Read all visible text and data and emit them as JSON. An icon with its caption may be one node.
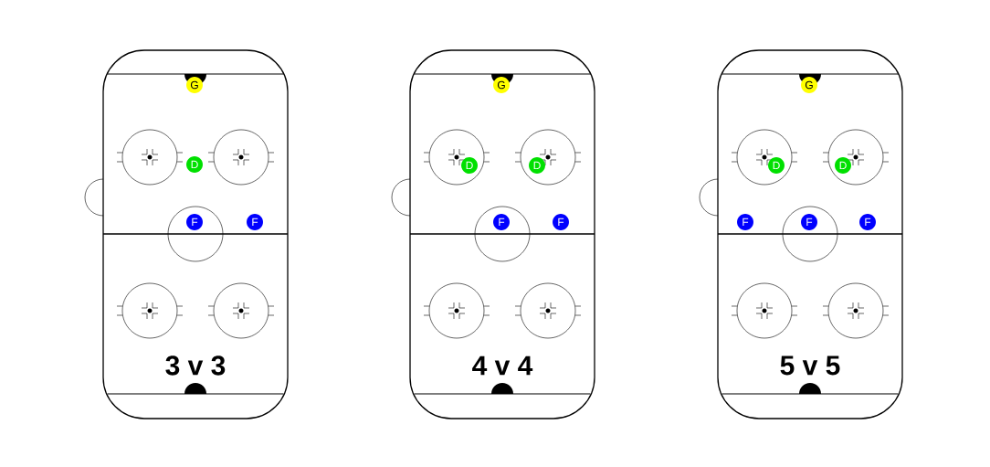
{
  "diagram": {
    "nodes": [
      {
        "text": [
          "3 v 3"
        ]
      },
      {
        "text": [
          "G"
        ],
        "in": 0
      },
      {
        "text": [
          "D"
        ],
        "in": 0
      },
      {
        "text": [
          "F"
        ],
        "in": 0
      },
      {
        "text": [
          "F"
        ],
        "in": 0
      },
      {
        "text": [
          "4 v 4"
        ]
      },
      {
        "text": [
          "G"
        ],
        "in": 5
      },
      {
        "text": [
          "D"
        ],
        "in": 5
      },
      {
        "text": [
          "D"
        ],
        "in": 5
      },
      {
        "text": [
          "F"
        ],
        "in": 5
      },
      {
        "text": [
          "F"
        ],
        "in": 5
      },
      {
        "text": [
          "5 v 5"
        ]
      },
      {
        "text": [
          "G"
        ],
        "in": 11
      },
      {
        "text": [
          "D"
        ],
        "in": 11
      },
      {
        "text": [
          "D"
        ],
        "in": 11
      },
      {
        "text": [
          "F"
        ],
        "in": 11
      },
      {
        "text": [
          "F"
        ],
        "in": 11
      },
      {
        "text": [
          "F"
        ],
        "in": 11
      }
    ]
  }
}
